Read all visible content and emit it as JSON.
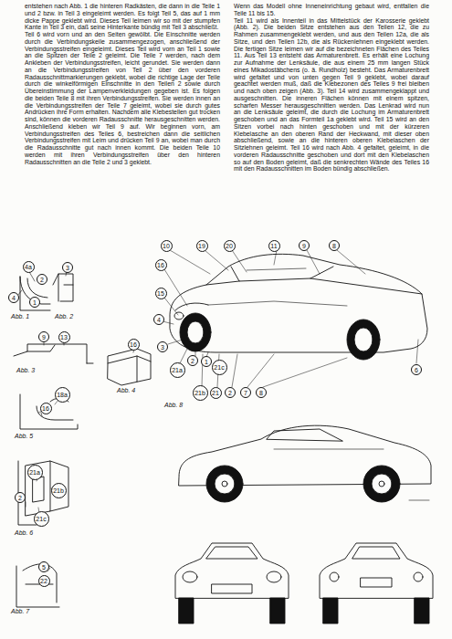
{
  "diagram": {
    "nodes": [
      {
        "text": [
          "4a"
        ]
      },
      {
        "text": [
          "2"
        ]
      },
      {
        "text": [
          "4"
        ]
      },
      {
        "text": [
          "1"
        ]
      },
      {
        "text": [
          "3"
        ]
      },
      {
        "text": [
          "9"
        ]
      },
      {
        "text": [
          "13"
        ]
      },
      {
        "text": [
          "16"
        ]
      },
      {
        "text": [
          "16"
        ]
      },
      {
        "text": [
          "18a"
        ]
      },
      {
        "text": [
          "21a"
        ]
      },
      {
        "text": [
          "2"
        ]
      },
      {
        "text": [
          "21b"
        ]
      },
      {
        "text": [
          "21c"
        ]
      },
      {
        "text": [
          "5"
        ]
      },
      {
        "text": [
          "22"
        ]
      },
      {
        "text": [
          "10"
        ]
      },
      {
        "text": [
          "19"
        ]
      },
      {
        "text": [
          "20"
        ]
      },
      {
        "text": [
          "11"
        ]
      },
      {
        "text": [
          "9"
        ]
      },
      {
        "text": [
          "8"
        ]
      },
      {
        "text": [
          "16"
        ]
      },
      {
        "text": [
          "15"
        ]
      },
      {
        "text": [
          "4"
        ]
      },
      {
        "text": [
          "3"
        ]
      },
      {
        "text": [
          "2"
        ]
      },
      {
        "text": [
          "1"
        ]
      },
      {
        "text": [
          "21a"
        ]
      },
      {
        "text": [
          "21c"
        ]
      },
      {
        "text": [
          "21b"
        ]
      },
      {
        "text": [
          "21"
        ]
      },
      {
        "text": [
          "2"
        ]
      },
      {
        "text": [
          "7"
        ]
      },
      {
        "text": [
          "8"
        ]
      },
      {
        "text": [
          "6"
        ]
      }
    ],
    "labels": [
      "entstehen nach Abb. 1 die hinteren Radkästen, die dann in die Teile 1 und 2 bzw. in Teil 3 eingeleimt werden. Es folgt Teil 5, das auf 1 mm dicke Pappe geklebt wird. Dieses Teil leimen wir so mit der stumpfen Kante in Teil 3 ein, daß seine Hinterkante bündig mit Teil 3 abschließt.",
      "Teil 6 wird vorn und an den Seiten gewölbt. Die Einschnitte werden durch die Verbindungskeile zusammengezogen, anschließend der Verbindungsstreifen eingeleimt. Dieses Teil wird vorn an Teil 1 sowie an die Spitzen der Teile 2 geleimt. Die Teile 7 werden, nach dem Ankleben der Verbindungsstreifen, leicht gerundet. Sie werden dann an die Verbindungsstreifen von Teil 2 über den vorderen Radausschnittmarkierungen geklebt, wobei die richtige Lage der Teile durch die winkelförmigen Einschnitte in den Teilen 2 sowie durch Übereinstimmung der Lampenverkleidungen gegeben ist. Es folgen die beiden Teile 8 mit ihren Verbindungsstreifen. Sie werden innen an die Verbindungsstreifen der Teile 7 geleimt, wobei sie durch gutes Andrücken ihre Form erhalten. Nachdem alle Klebestellen gut trocken sind, können die vorderen Radausschnitte herausgeschnitten werden. Anschließend kleben wir Teil 9 auf. Wir beginnen vorn, am Verbindungsstreifen des Teiles 6, bestreichen dann die seitlichen Verbindungsstreifen mit Leim und drücken Teil 9 an, wobei man durch die Radausschnitte gut nach innen kommt. Die beiden Teile 10 werden mit ihren Verbindungsstreifen über den hinteren Radausschnitten an die Teile 2 und 3 geklebt.",
      "Wenn das Modell ohne Inneneinrichtung gebaut wird, entfallen die Teile 11 bis 15.",
      "Teil 11 wird als Innenteil in das Mittelstück der Karosserie geklebt (Abb. 2). Die beiden Sitze entstehen aus den Teilen 12, die zu Rahmen zusammengeklebt werden, und aus den Teilen 12a, die als Sitze, und den Teilen 12b, die als Rückenlehnen eingeklebt werden. Die fertigen Sitze leimen wir auf die bezeichneten Flächen des Teiles 11. Aus Teil 13 entsteht das Armaturenbrett. Es erhält eine Lochung zur Aufnahme der Lenksäule, die aus einem 25 mm langen Stück eines Mikadostäbchens (o. ä. Rundholz) besteht. Das Armaturenbrett wird gefaltet und von unten gegen Teil 9 geklebt, wobei darauf geachtet werden muß, daß die Klebezonen des Teiles 9 frei bleiben und nach oben zeigen (Abb. 3). Teil 14 wird zusammengeklappt und ausgeschnitten. Die inneren Flächen können mit einem spitzen, scharfen Messer herausgeschnitten werden. Das Lenkrad wird nun an die Lenksäule geleimt, die durch die Lochung im Armaturenbrett geschoben und an das Formteil 1a geklebt wird. Teil 15 wird an den Sitzen vorbei nach hinten geschoben und mit der kürzeren Klebelasche an den oberen Rand der Heckwand, mit dieser oben abschließend, sowie an die hinteren oberen Klebelaschen der Sitzlehnen geleimt. Teil 16 wird nach Abb. 4 gefaltet, geleimt, in die vorderen Radausschnitte geschoben und dort mit den Klebelaschen so auf den Boden geleimt, daß die senkrechten Wände des Teiles 16 mit den Radausschnitten im Boden bündig abschließen.",
      "Abb. 1",
      "Abb. 2",
      "Abb. 3",
      "Abb. 4",
      "Abb. 5",
      "Abb. 6",
      "Abb. 7",
      "Abb. 8"
    ]
  }
}
